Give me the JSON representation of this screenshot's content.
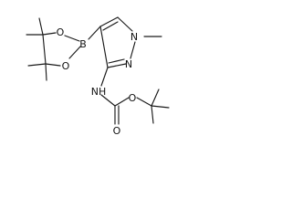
{
  "diagram": {
    "type": "chemical-structure",
    "atom_labels": {
      "n1": "N",
      "n2": "N",
      "boron": "B",
      "o_upper": "O",
      "o_lower": "O",
      "nh": "NH",
      "o_carbonyl": "O",
      "o_ester": "O"
    }
  }
}
